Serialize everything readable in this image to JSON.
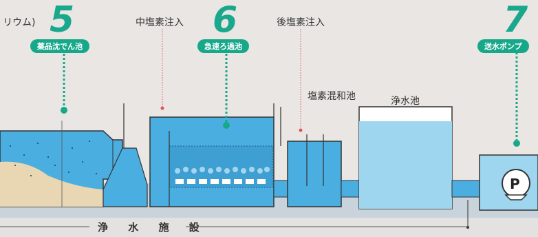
{
  "top_fragment": "リウム)",
  "steps": [
    {
      "number": "5",
      "label": "薬品沈でん池"
    },
    {
      "number": "6",
      "label": "急速ろ過池"
    },
    {
      "number": "7",
      "label": "送水ポンプ"
    }
  ],
  "annotations": {
    "mid_chlorine": "中塩素注入",
    "post_chlorine": "後塩素注入",
    "mixing_tank": "塩素混和池",
    "clear_well": "浄水池",
    "pump_symbol": "P"
  },
  "footer": {
    "label": "浄 水 施 設"
  },
  "colors": {
    "accent": "#17a88a",
    "water": "#4aaee0",
    "water_light": "#9ed6f0",
    "sediment": "#e9d6b2",
    "ground": "#c7d1d8",
    "background": "#e9e6e3",
    "marker": "#e05555"
  }
}
